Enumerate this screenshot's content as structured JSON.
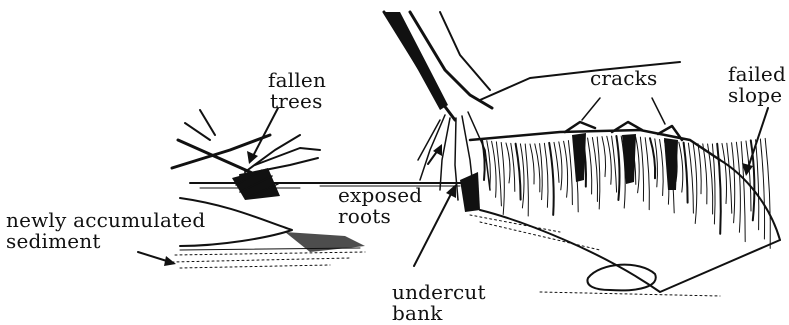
{
  "labels": {
    "fallen_trees": [
      "fallen",
      "trees"
    ],
    "cracks": "cracks",
    "failed_slope": [
      "failed",
      "slope"
    ],
    "exposed_roots": [
      "exposed",
      "roots"
    ],
    "newly_accumulated_sediment": [
      "newly accumulated",
      "sediment"
    ],
    "undercut_bank": [
      "undercut",
      "bank"
    ]
  },
  "colors": {
    "ink": "#111111",
    "background": "#ffffff"
  }
}
